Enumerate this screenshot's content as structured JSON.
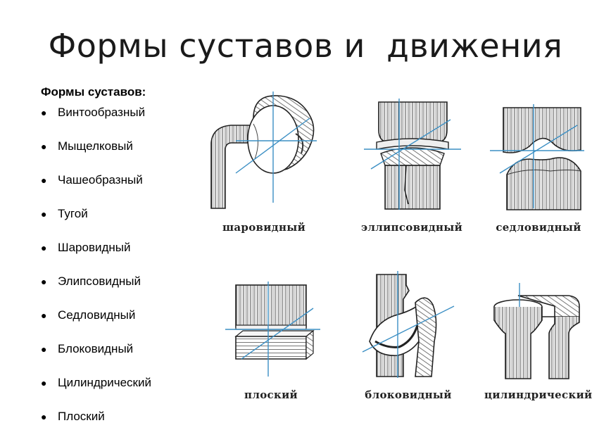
{
  "title": "Формы суставов и  движения",
  "list_heading": "Формы суставов:",
  "list_items": [
    "Винтообразный",
    "Мыщелковый",
    "Чашеобразный",
    "Тугой",
    "Шаровидный",
    "Элипсовидный",
    "Седловидный",
    "Блоковидный",
    "Цилиндрический",
    "Плоский"
  ],
  "diagrams": [
    {
      "id": "ball",
      "label": "шаровидный",
      "icon": "ball-joint-illustration"
    },
    {
      "id": "ellipsoid",
      "label": "эллипсовидный",
      "icon": "ellipsoid-joint-illustration"
    },
    {
      "id": "saddle",
      "label": "седловидный",
      "icon": "saddle-joint-illustration"
    },
    {
      "id": "flat",
      "label": "плоский",
      "icon": "flat-joint-illustration"
    },
    {
      "id": "hinge",
      "label": "блоковидный",
      "icon": "hinge-joint-illustration"
    },
    {
      "id": "cylinder",
      "label": "цилиндрический",
      "icon": "cylindrical-joint-illustration"
    }
  ],
  "colors": {
    "axis": "#3b8fc4",
    "ink": "#1f1f1f",
    "hatch": "#7a7a7a"
  }
}
